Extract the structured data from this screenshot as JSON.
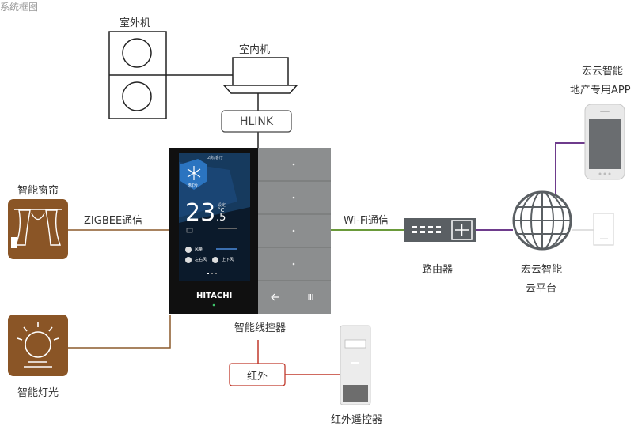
{
  "title": "系统框图",
  "labels": {
    "outdoor_unit": "室外机",
    "indoor_unit": "室内机",
    "hlink": "HLINK",
    "app_line1": "宏云智能",
    "app_line2": "地产专用APP",
    "curtain": "智能窗帘",
    "zigbee": "ZIGBEE通信",
    "wifi": "Wi-Fi通信",
    "router": "路由器",
    "cloud_line1": "宏云智能",
    "cloud_line2": "云平台",
    "light": "智能灯光",
    "controller": "智能线控器",
    "infrared": "红外",
    "remote": "红外遥控器"
  },
  "screen": {
    "top_status": "2房/客厅",
    "mode": "制冷",
    "temperature": "23",
    "decimal": ".5",
    "unit": "°C",
    "setting": "设定",
    "fan_label": "风量",
    "swing_lr": "左右风",
    "swing_ud": "上下风",
    "brand": "HITACHI"
  },
  "colors": {
    "brown": "#8b5a2b",
    "green": "#6a9a3a",
    "purple": "#6e3b8c",
    "red": "#c0392b",
    "panel_dark": "#101010",
    "panel_gray": "#8c8e8f",
    "brand_brown": "#8a5526"
  },
  "icons": [
    "curtain-icon",
    "light-icon",
    "router-icon",
    "globe-icon",
    "phone-icon",
    "server-icon",
    "snowflake-icon"
  ]
}
